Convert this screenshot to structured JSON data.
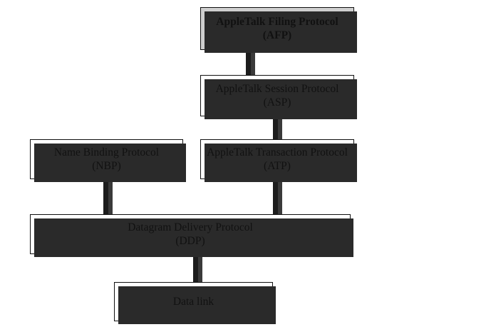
{
  "diagram": {
    "title": "AppleTalk Protocol Stack",
    "background_color": "#ffffff",
    "border_color": "#111111",
    "shadow_color": "#2a2a2a",
    "shaded_fill": "#cfcfcf",
    "nodes": [
      {
        "id": "afp",
        "name": "AppleTalk Filing Protocol",
        "abbr": "(AFP)",
        "shaded": true,
        "bold": true
      },
      {
        "id": "asp",
        "name": "AppleTalk Session Protocol",
        "abbr": "(ASP)",
        "shaded": false,
        "bold": false
      },
      {
        "id": "nbp",
        "name": "Name Binding Protocol",
        "abbr": "(NBP)",
        "shaded": false,
        "bold": false
      },
      {
        "id": "atp",
        "name": "AppleTalk Transaction Protocol",
        "abbr": "(ATP)",
        "shaded": false,
        "bold": false
      },
      {
        "id": "ddp",
        "name": "Datagram Delivery Protocol",
        "abbr": "(DDP)",
        "shaded": false,
        "bold": false
      },
      {
        "id": "datalink",
        "name": "Data link",
        "abbr": "",
        "shaded": false,
        "bold": false
      }
    ],
    "connections": [
      {
        "from": "afp",
        "to": "asp"
      },
      {
        "from": "asp",
        "to": "atp"
      },
      {
        "from": "nbp",
        "to": "ddp"
      },
      {
        "from": "atp",
        "to": "ddp"
      },
      {
        "from": "ddp",
        "to": "datalink"
      }
    ]
  }
}
